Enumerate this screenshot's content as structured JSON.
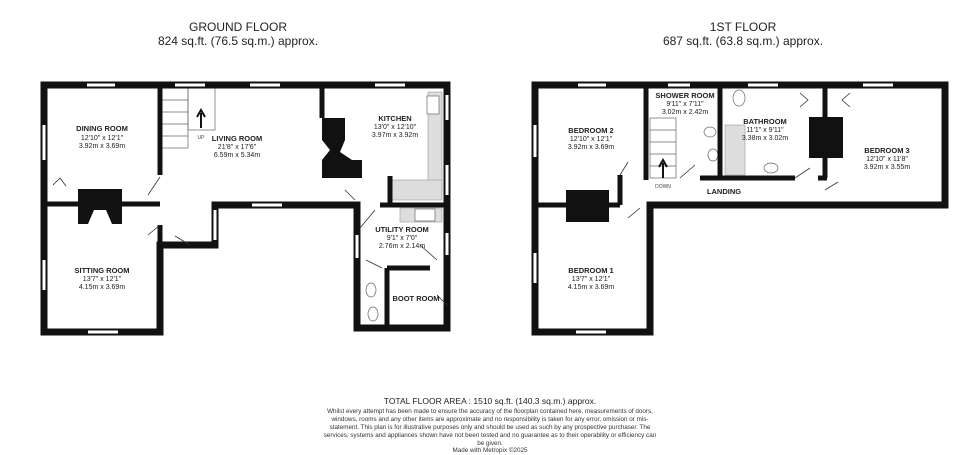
{
  "ground_floor": {
    "title": "GROUND FLOOR",
    "area": "824 sq.ft. (76.5 sq.m.) approx.",
    "stairs_label": "UP",
    "rooms": [
      {
        "name": "DINING ROOM",
        "imperial": "12'10\" x 12'1\"",
        "metric": "3.92m x 3.69m"
      },
      {
        "name": "LIVING ROOM",
        "imperial": "21'8\" x 17'6\"",
        "metric": "6.59m x 5.34m"
      },
      {
        "name": "KITCHEN",
        "imperial": "13'0\" x 12'10\"",
        "metric": "3.97m x 3.92m"
      },
      {
        "name": "UTILITY ROOM",
        "imperial": "9'1\" x 7'0\"",
        "metric": "2.76m x 2.14m"
      },
      {
        "name": "SITTING ROOM",
        "imperial": "13'7\" x 12'1\"",
        "metric": "4.15m x 3.69m"
      },
      {
        "name": "BOOT ROOM"
      }
    ]
  },
  "first_floor": {
    "title": "1ST FLOOR",
    "area": "687 sq.ft. (63.8 sq.m.) approx.",
    "stairs_label": "DOWN",
    "rooms": [
      {
        "name": "BEDROOM 2",
        "imperial": "12'10\" x 12'1\"",
        "metric": "3.92m x 3.69m"
      },
      {
        "name": "SHOWER ROOM",
        "imperial": "9'11\" x 7'11\"",
        "metric": "3.02m x 2.42m"
      },
      {
        "name": "BATHROOM",
        "imperial": "11'1\" x 9'11\"",
        "metric": "3.38m x 3.02m"
      },
      {
        "name": "BEDROOM 3",
        "imperial": "12'10\" x 11'8\"",
        "metric": "3.92m x 3.55m"
      },
      {
        "name": "LANDING"
      },
      {
        "name": "BEDROOM 1",
        "imperial": "13'7\" x 12'1\"",
        "metric": "4.15m x 3.69m"
      }
    ]
  },
  "footer": {
    "total": "TOTAL FLOOR AREA : 1510 sq.ft. (140.3 sq.m.) approx.",
    "disclaimer": "Whilst every attempt has been made to ensure the accuracy of the floorplan contained here, measurements of doors, windows, rooms and any other items are approximate and no responsibility is taken for any error, omission or mis-statement. This plan is for illustrative purposes only and should be used as such by any prospective purchaser. The services, systems and appliances shown have not been tested and no guarantee as to their operability or efficiency can be given.",
    "made_with": "Made with Metropix ©2025"
  }
}
